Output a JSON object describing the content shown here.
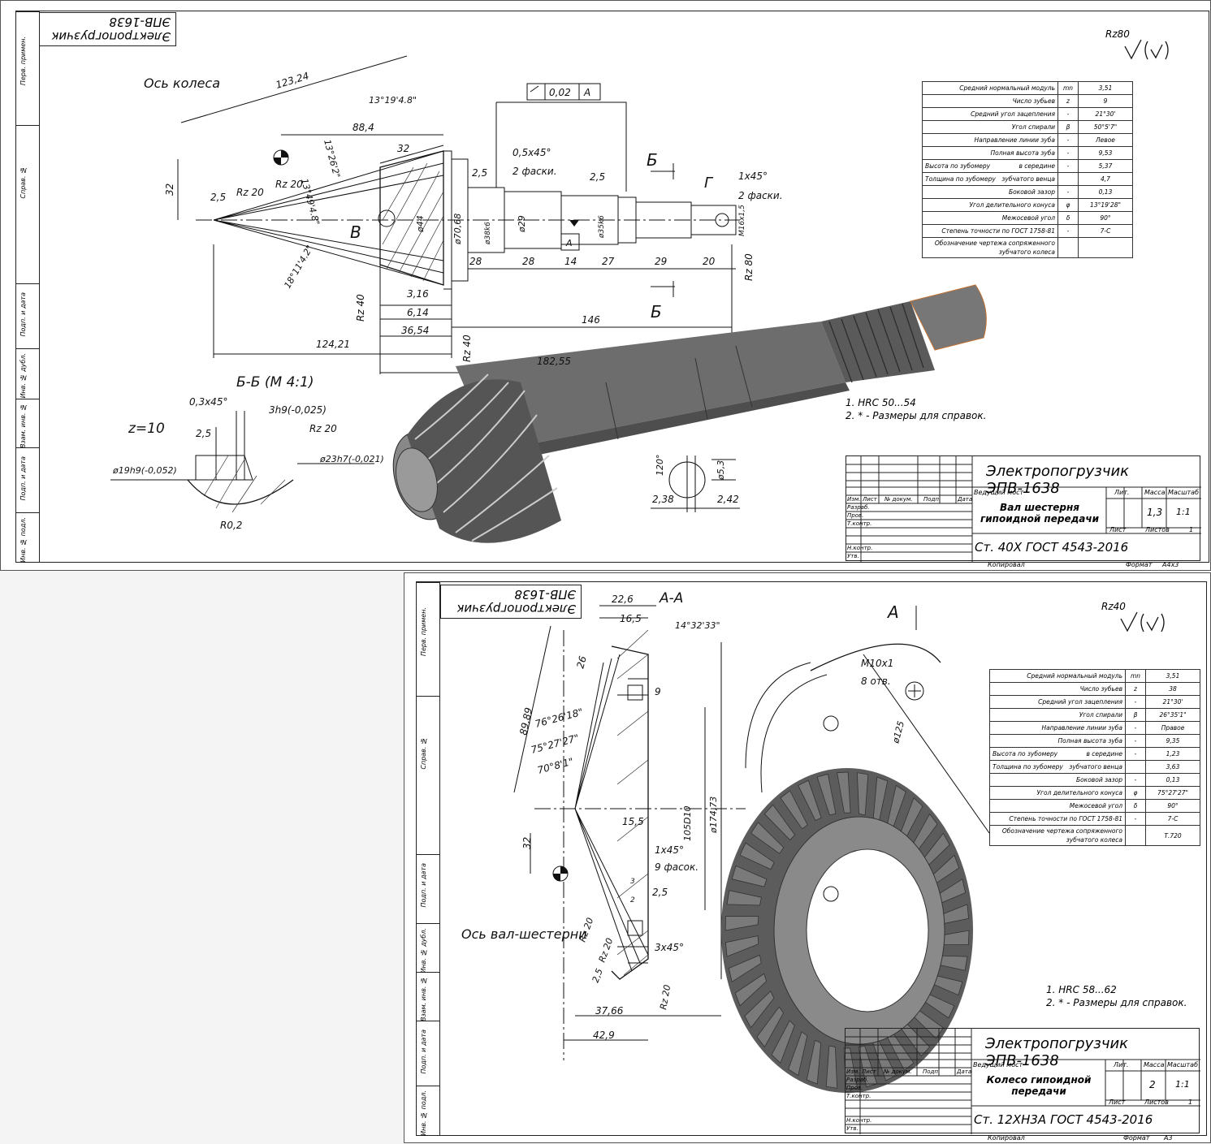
{
  "sheet1": {
    "stamp": "Электропогрузчик ЭПВ-1638",
    "roughness_general": "Rz80",
    "side_labels": [
      "Перв. примен.",
      "Справ. №",
      "Подп. и дата",
      "Инв. № дубл.",
      "Взам. инв. №",
      "Подп. и дата",
      "Инв. № подл."
    ],
    "params": [
      {
        "name": "Средний нормальный модуль",
        "sym": "mn",
        "val": "3,51"
      },
      {
        "name": "Число зубьев",
        "sym": "z",
        "val": "9"
      },
      {
        "name": "Средний угол зацепления",
        "sym": "-",
        "val": "21°30'"
      },
      {
        "name": "Угол спирали",
        "sym": "β",
        "val": "50°5'7\""
      },
      {
        "name": "Направление линии зуба",
        "sym": "-",
        "val": "Левое"
      },
      {
        "name": "Полная высота зуба",
        "sym": "-",
        "val": "9,53"
      },
      {
        "name": "Высота по зубомеру",
        "name2": "в середине",
        "sym": "-",
        "val": "5,37"
      },
      {
        "name": "Толщина по зубомеру",
        "name2": "зубчатого венца",
        "sym": "",
        "val": "4,7"
      },
      {
        "name": "Боковой зазор",
        "sym": "-",
        "val": "0,13"
      },
      {
        "name": "Угол делительного конуса",
        "sym": "φ",
        "val": "13°19'28\""
      },
      {
        "name": "Межосевой угол",
        "sym": "δ",
        "val": "90°"
      },
      {
        "name": "Степень точности по ГОСТ 1758-81",
        "sym": "-",
        "val": "7-С"
      },
      {
        "name": "Обозначение чертежа сопряженного зубчатого колеса",
        "sym": "",
        "val": ""
      }
    ],
    "dims": {
      "axis_label": "Ось колеса",
      "d123": "123,24",
      "d88": "88,4",
      "d32top": "32",
      "d32": "32",
      "ang13": "13°19'4.8\"",
      "tol": "0,02",
      "datumA": "A",
      "ch05": "0,5x45°",
      "ch05b": "2 фаски.",
      "d25a": "2,5",
      "d25b": "2,5",
      "d25c": "2,5",
      "rz20a": "Rz 20",
      "rz20b": "Rz 20",
      "ang1": "13°49'4.8\"",
      "ang2": "13°26'2\"",
      "ang3": "18°11'4.2\"",
      "secB": "Б",
      "secG": "Г",
      "ch1x45": "1x45°",
      "ch1b": "2 фаски.",
      "secV": "В",
      "dia70": "ø70,68",
      "dia38": "ø38k6",
      "dia29": "ø29",
      "dia35": "ø35k6",
      "dia44": "ø44",
      "M16": "M16x1,5",
      "lenA": "A",
      "l28a": "28",
      "l28b": "28",
      "l14": "14",
      "l27": "27",
      "l29": "29",
      "l20": "20",
      "rz80": "Rz 80",
      "l316": "3,16",
      "l614": "6,14",
      "l3654": "36,54",
      "l146": "146",
      "l12421": "124,21",
      "l18255": "182,55",
      "rz40a": "Rz 40",
      "rz40b": "Rz 40"
    },
    "section": {
      "title": "Б-Б (М 4:1)",
      "z": "z=10",
      "ch03": "0,3x45°",
      "w3h9": "3h9(-0,025)",
      "rz20": "Rz 20",
      "d25": "2,5",
      "d19": "ø19h9(-0,052)",
      "d23": "ø23h7(-0,021)",
      "r02": "R0,2"
    },
    "detail": {
      "a120": "120°",
      "d53": "ø5,3",
      "d238": "2,38",
      "d242": "2,42"
    },
    "notes": [
      "1. HRC 50...54",
      "2. * - Размеры для справок."
    ],
    "title_block": {
      "product": "Электропогрузчик ЭПВ-1638",
      "assembly": "Ведущий мост",
      "name": "Вал шестерня гипоидной передачи",
      "material": "Ст. 40Х ГОСТ 4543-2016",
      "mass": "1,3",
      "scale": "1:1",
      "h_lit": "Лит.",
      "h_mass": "Масса",
      "h_scale": "Масштаб",
      "sheet": "Лист",
      "sheets": "Листов",
      "sheets_n": "1",
      "rows": [
        "Изм.",
        "Лист",
        "№ докум.",
        "Подп.",
        "Дата"
      ],
      "roles": [
        "Разраб.",
        "Пров.",
        "Т.контр.",
        "",
        "Н.контр.",
        "Утв."
      ],
      "copied": "Копировал",
      "format": "Формат",
      "format_v": "А4x3"
    }
  },
  "sheet2": {
    "stamp": "Электропогрузчик ЭПВ-1638",
    "roughness_general": "Rz40",
    "side_labels": [
      "Перв. примен.",
      "Справ. №",
      "Подп. и дата",
      "Инв. № дубл.",
      "Взам. инв. №",
      "Подп. и дата",
      "Инв. № подл."
    ],
    "params": [
      {
        "name": "Средний нормальный модуль",
        "sym": "mn",
        "val": "3,51"
      },
      {
        "name": "Число зубьев",
        "sym": "z",
        "val": "38"
      },
      {
        "name": "Средний угол зацепления",
        "sym": "-",
        "val": "21°30'"
      },
      {
        "name": "Угол спирали",
        "sym": "β",
        "val": "26°35'1\""
      },
      {
        "name": "Направление линии зуба",
        "sym": "-",
        "val": "Правое"
      },
      {
        "name": "Полная высота зуба",
        "sym": "-",
        "val": "9,35"
      },
      {
        "name": "Высота по зубомеру",
        "name2": "в середине",
        "sym": "-",
        "val": "1,23"
      },
      {
        "name": "Толщина по зубомеру",
        "name2": "зубчатого венца",
        "sym": "",
        "val": "3,63"
      },
      {
        "name": "Боковой зазор",
        "sym": "-",
        "val": "0,13"
      },
      {
        "name": "Угол делительного конуса",
        "sym": "φ",
        "val": "75°27'27\""
      },
      {
        "name": "Межосевой угол",
        "sym": "δ",
        "val": "90°"
      },
      {
        "name": "Степень точности по ГОСТ 1758-81",
        "sym": "-",
        "val": "7-С"
      },
      {
        "name": "Обозначение чертежа сопряженного зубчатого колеса",
        "sym": "",
        "val": "Т.720"
      }
    ],
    "dims": {
      "secAA": "А-А",
      "d226": "22,6",
      "d165": "16,5",
      "ang14": "14°32'33\"",
      "d26": "26",
      "d8989": "89,89",
      "a76": "76°26'18\"",
      "a75": "75°27'27\"",
      "a70": "70°8'1\"",
      "d9": "9",
      "d155": "15,5",
      "d105": "105D10",
      "d17473": "ø174,73",
      "d32": "32",
      "ch1": "1x45°",
      "ch1b": "9 фасок.",
      "d25": "2,5",
      "d3": "3",
      "d2": "2",
      "ch3": "3x45°",
      "rz20a": "Rz 20",
      "rz20b": "Rz 20",
      "rz20c": "Rz 20",
      "d25b": "2,5",
      "d3766": "37,66",
      "d429": "42,9",
      "axis": "Ось вал-шестерни",
      "secA": "А",
      "m10": "M10x1",
      "m10b": "8 отв.",
      "d125": "ø125"
    },
    "notes": [
      "1. HRC 58...62",
      "2. * - Размеры для справок."
    ],
    "title_block": {
      "product": "Электропогрузчик ЭПВ-1638",
      "assembly": "Ведущий мост",
      "name": "Колесо гипоидной передачи",
      "material": "Ст. 12ХН3А ГОСТ 4543-2016",
      "mass": "2",
      "scale": "1:1",
      "h_lit": "Лит.",
      "h_mass": "Масса",
      "h_scale": "Масштаб",
      "sheet": "Лист",
      "sheets": "Листов",
      "sheets_n": "1",
      "rows": [
        "Изм.",
        "Лист",
        "№ докум.",
        "Подп.",
        "Дата"
      ],
      "roles": [
        "Разраб.",
        "Пров.",
        "Т.контр.",
        "",
        "Н.контр.",
        "Утв."
      ],
      "copied": "Копировал",
      "format": "Формат",
      "format_v": "А3"
    }
  }
}
